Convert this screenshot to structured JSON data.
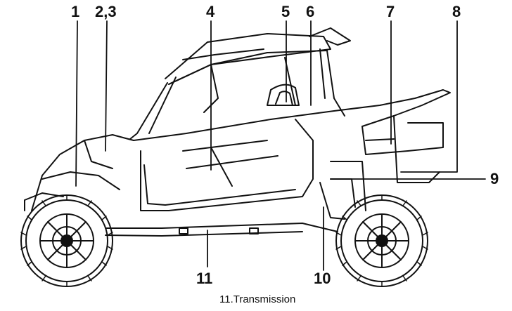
{
  "callouts": {
    "c1": "1",
    "c23": "2,3",
    "c4": "4",
    "c5": "5",
    "c6": "6",
    "c7": "7",
    "c8": "8",
    "c9": "9",
    "c10": "10",
    "c11": "11"
  },
  "caption": "11.Transmission",
  "icon_names": [
    "side-by-side-vehicle-illustration"
  ]
}
